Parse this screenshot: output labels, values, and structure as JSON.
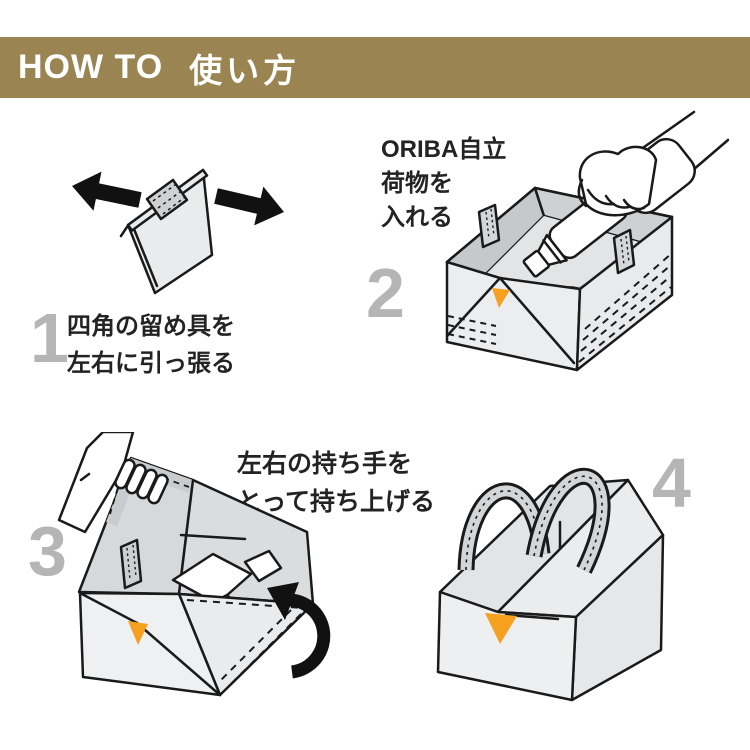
{
  "header": {
    "title_en": "HOW TO",
    "title_ja": "使い方",
    "bg_color": "#9A8452",
    "text_color": "#FFFFFF"
  },
  "steps": [
    {
      "number": "1",
      "caption": [
        "四角の留め具を",
        "左右に引っ張る"
      ],
      "illustration": "folded-flat-pack-pulled-apart-by-two-arrows"
    },
    {
      "number": "2",
      "caption": [
        "ORIBA自立",
        "荷物を",
        "入れる"
      ],
      "illustration": "hand-putting-bottle-into-self-standing-open-box"
    },
    {
      "number": "3",
      "caption": [
        "左右の持ち手を",
        "とって持ち上げる"
      ],
      "illustration": "hand-grabbing-side-handles-and-lifting-box"
    },
    {
      "number": "4",
      "caption": [],
      "illustration": "finished-carry-bag-with-two-handles"
    }
  ],
  "colors": {
    "accent_orange": "#F5A01F",
    "outline": "#1A1A1A",
    "panel_light": "#EBEDEE",
    "panel_mid": "#D5D8DA",
    "panel_dark": "#C7CACC",
    "arrow_black": "#111111",
    "step_number_gray": "#B5B5B5",
    "caption_text": "#232323",
    "background": "#FFFFFF"
  }
}
